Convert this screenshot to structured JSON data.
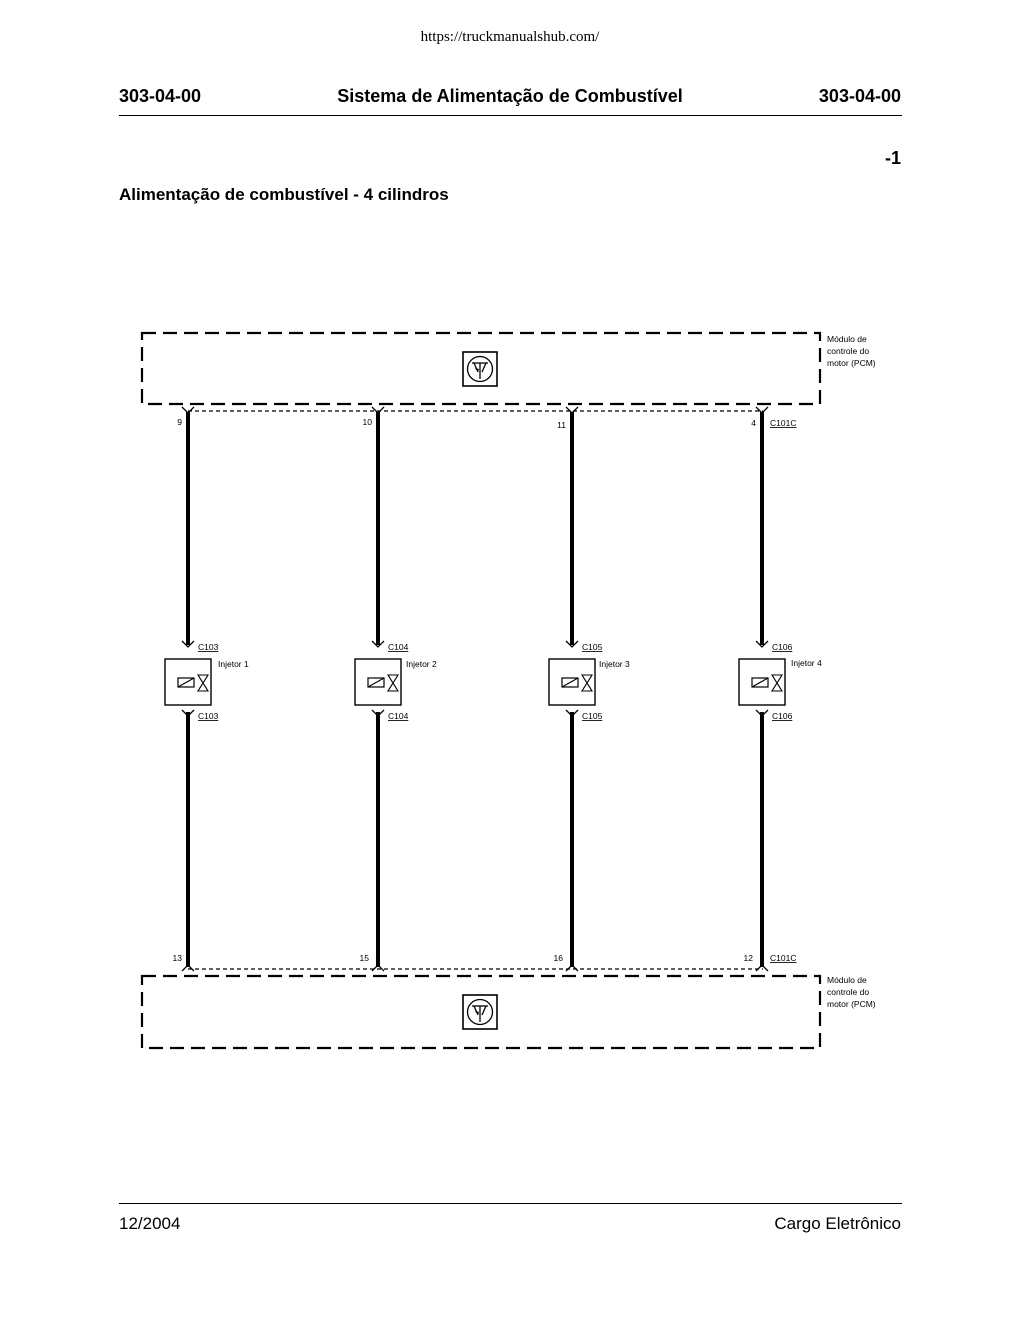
{
  "header": {
    "url": "https://truckmanualshub.com/",
    "code_left": "303-04-00",
    "title": "Sistema de Alimentação de Combustível",
    "code_right": "303-04-00"
  },
  "page_number": "-1",
  "section_title": "Alimentação de combustível - 4 cilindros",
  "diagram": {
    "module_label": [
      "Módulo de",
      "controle do",
      "motor (PCM)"
    ],
    "top_connector": "C101C",
    "bottom_connector": "C101C",
    "injectors": [
      {
        "name": "Injetor 1",
        "connector": "C103",
        "pin_top": "9",
        "pin_bottom": "13"
      },
      {
        "name": "Injetor 2",
        "connector": "C104",
        "pin_top": "10",
        "pin_bottom": "15"
      },
      {
        "name": "Injetor 3",
        "connector": "C105",
        "pin_top": "11",
        "pin_bottom": "16"
      },
      {
        "name": "Injetor 4",
        "connector": "C106",
        "pin_top": "4",
        "pin_bottom": "12"
      }
    ]
  },
  "footer": {
    "date": "12/2004",
    "publication": "Cargo Eletrônico"
  }
}
